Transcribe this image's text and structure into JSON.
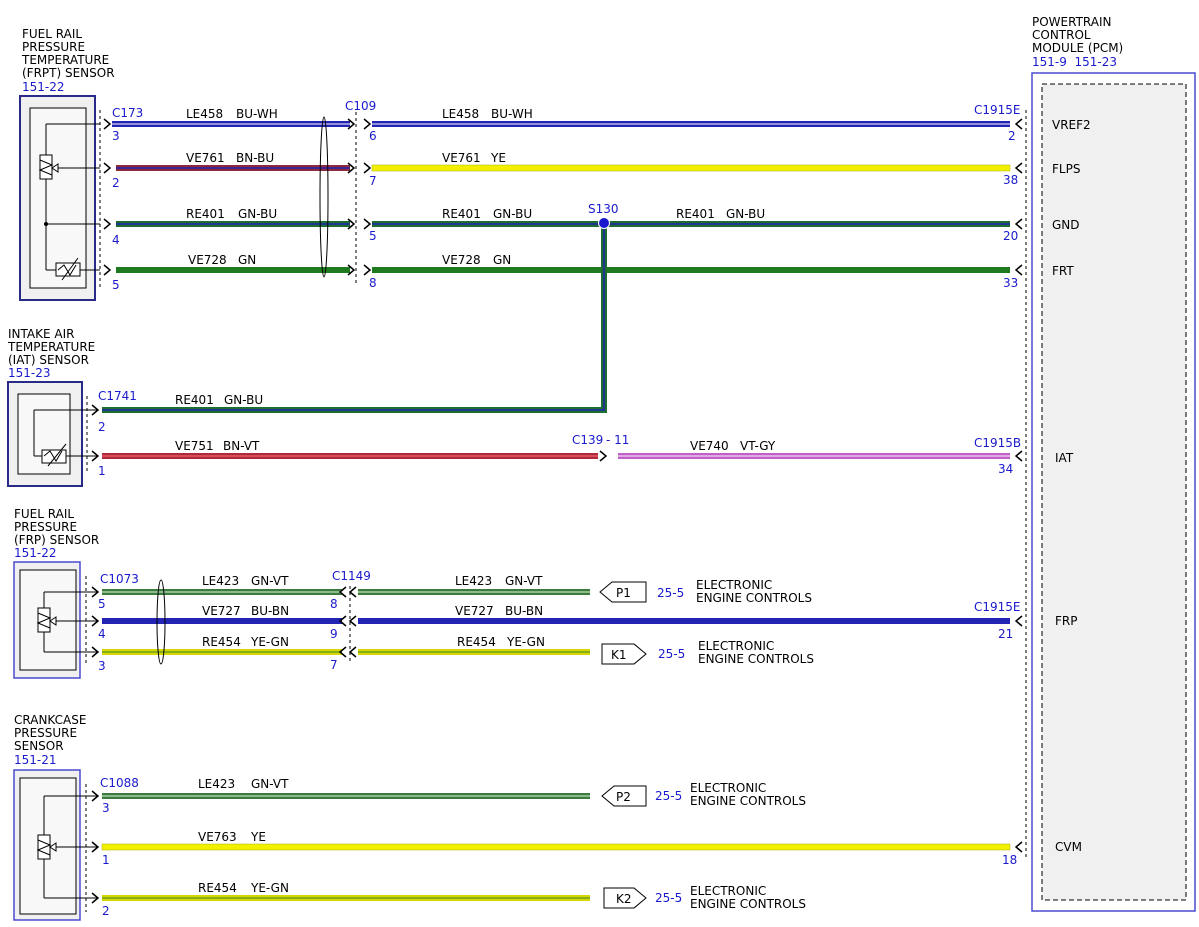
{
  "components": {
    "frpt": {
      "lines": [
        "FUEL RAIL",
        "PRESSURE",
        "TEMPERATURE",
        "(FRPT) SENSOR"
      ],
      "ref": "151-22"
    },
    "iat": {
      "lines": [
        "INTAKE AIR",
        "TEMPERATURE",
        "(IAT) SENSOR"
      ],
      "ref": "151-23"
    },
    "frp": {
      "lines": [
        "FUEL RAIL",
        "PRESSURE",
        "(FRP) SENSOR"
      ],
      "ref": "151-22"
    },
    "crank": {
      "lines": [
        "CRANKCASE",
        "PRESSURE",
        "SENSOR"
      ],
      "ref": "151-21"
    },
    "pcm": {
      "lines": [
        "POWERTRAIN",
        "CONTROL",
        "MODULE (PCM)"
      ],
      "ref": "151-9  151-23"
    }
  },
  "connectors": {
    "c173": "C173",
    "c109": "C109",
    "c1915e_top": "C1915E",
    "s130": "S130",
    "c1741": "C1741",
    "c139": "C139",
    "c139_pin": "- 11",
    "c1915b": "C1915B",
    "c1073": "C1073",
    "c1149": "C1149",
    "c1915e_mid": "C1915E",
    "c1088": "C1088"
  },
  "pins": {
    "p173_3": "3",
    "p173_2": "2",
    "p173_4": "4",
    "p173_5": "5",
    "p109_6": "6",
    "p109_7": "7",
    "p109_5": "5",
    "p109_8": "8",
    "pcm_2": "2",
    "pcm_38": "38",
    "pcm_20": "20",
    "pcm_33": "33",
    "iat_2": "2",
    "iat_1": "1",
    "pcm_34": "34",
    "frp_5": "5",
    "frp_4": "4",
    "frp_3": "3",
    "c1149_8": "8",
    "c1149_9": "9",
    "c1149_7": "7",
    "pcm_21": "21",
    "ck_3": "3",
    "ck_1": "1",
    "ck_2": "2",
    "pcm_18": "18"
  },
  "wires": [
    {
      "circuit": "LE458",
      "color": "BU-WH",
      "colors": [
        "#2323b4",
        "#ffffff"
      ]
    },
    {
      "circuit": "VE761",
      "color": "BN-BU",
      "colors": [
        "#8a2a3a",
        "#2323b4"
      ]
    },
    {
      "circuit": "RE401",
      "color": "GN-BU",
      "colors": [
        "#1d6d30",
        "#2323b4"
      ]
    },
    {
      "circuit": "VE728",
      "color": "GN",
      "colors": [
        "#1f7a1f",
        "#1f7a1f"
      ]
    },
    {
      "circuit": "LE458",
      "color": "BU-WH",
      "colors": [
        "#2323b4",
        "#ffffff"
      ]
    },
    {
      "circuit": "VE761",
      "color": "YE",
      "colors": [
        "#f0f000",
        "#f0f000"
      ]
    },
    {
      "circuit": "RE401",
      "color": "GN-BU",
      "colors": [
        "#1d6d30",
        "#2323b4"
      ]
    },
    {
      "circuit": "RE401",
      "color": "GN-BU",
      "colors": [
        "#1d6d30",
        "#2323b4"
      ]
    },
    {
      "circuit": "VE728",
      "color": "GN",
      "colors": [
        "#1f7a1f",
        "#1f7a1f"
      ]
    },
    {
      "circuit": "RE401",
      "color": "GN-BU",
      "colors": [
        "#1d6d30",
        "#2323b4"
      ]
    },
    {
      "circuit": "VE751",
      "color": "BN-VT",
      "colors": [
        "#b02a3a",
        "#e05a6a"
      ]
    },
    {
      "circuit": "VE740",
      "color": "VT-GY",
      "colors": [
        "#c060c8",
        "#d9b0dd"
      ]
    },
    {
      "circuit": "LE423",
      "color": "GN-VT",
      "colors": [
        "#3d7a3d",
        "#90c090"
      ]
    },
    {
      "circuit": "VE727",
      "color": "BU-BN",
      "colors": [
        "#2323b4",
        "#2323b4"
      ]
    },
    {
      "circuit": "RE454",
      "color": "YE-GN",
      "colors": [
        "#d6d600",
        "#6aa020"
      ]
    },
    {
      "circuit": "LE423",
      "color": "GN-VT",
      "colors": [
        "#3d7a3d",
        "#90c090"
      ]
    },
    {
      "circuit": "VE727",
      "color": "BU-BN",
      "colors": [
        "#2323b4",
        "#2323b4"
      ]
    },
    {
      "circuit": "RE454",
      "color": "YE-GN",
      "colors": [
        "#d6d600",
        "#6aa020"
      ]
    },
    {
      "circuit": "LE423",
      "color": "GN-VT",
      "colors": [
        "#3d7a3d",
        "#90c090"
      ]
    },
    {
      "circuit": "VE763",
      "color": "YE",
      "colors": [
        "#f0f000",
        "#f0f000"
      ]
    },
    {
      "circuit": "RE454",
      "color": "YE-GN",
      "colors": [
        "#d6d600",
        "#6aa020"
      ]
    }
  ],
  "pcm_signals": [
    "VREF2",
    "FLPS",
    "GND",
    "FRT",
    "IAT",
    "FRP",
    "CVM"
  ],
  "offpage": [
    {
      "id": "P1",
      "page": "25-5",
      "label": [
        "ELECTRONIC",
        "ENGINE CONTROLS"
      ]
    },
    {
      "id": "K1",
      "page": "25-5",
      "label": [
        "ELECTRONIC",
        "ENGINE CONTROLS"
      ]
    },
    {
      "id": "P2",
      "page": "25-5",
      "label": [
        "ELECTRONIC",
        "ENGINE CONTROLS"
      ]
    },
    {
      "id": "K2",
      "page": "25-5",
      "label": [
        "ELECTRONIC",
        "ENGINE CONTROLS"
      ]
    }
  ],
  "style": {
    "accent_blue": "#1a1acc",
    "box_fill": "#f0f0f0",
    "frame_blue": "#2a2a88",
    "pcm_frame": "#4a4ad0"
  }
}
